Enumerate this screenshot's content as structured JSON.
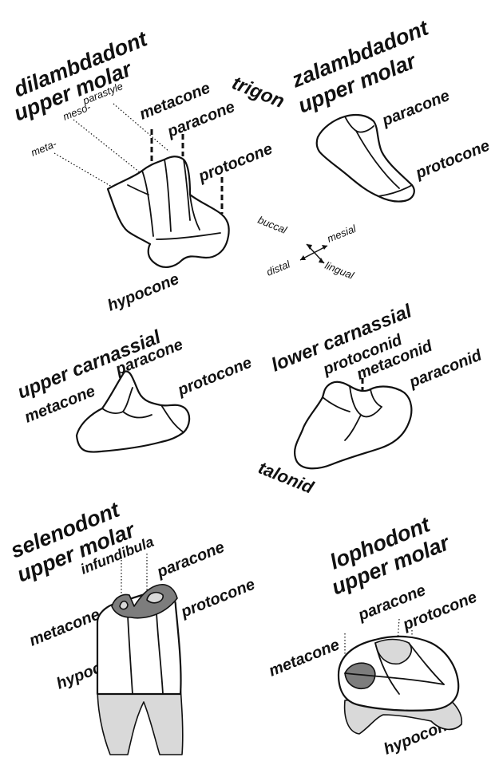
{
  "dilambdadont": {
    "title_line1": "dilambdadont",
    "title_line2": "upper molar",
    "trigon": "trigon",
    "metacone": "metacone",
    "paracone": "paracone",
    "protocone": "protocone",
    "hypocone": "hypocone",
    "meso": "meso-",
    "parastyle": "parastyle",
    "meta": "meta-"
  },
  "zalambdadont": {
    "title_line1": "zalambdadont",
    "title_line2": "upper molar",
    "paracone": "paracone",
    "protocone": "protocone"
  },
  "orientation": {
    "buccal": "buccal",
    "mesial": "mesial",
    "distal": "distal",
    "lingual": "lingual"
  },
  "upper_carnassial": {
    "title": "upper carnassial",
    "paracone": "paracone",
    "metacone": "metacone",
    "protocone": "protocone"
  },
  "lower_carnassial": {
    "title": "lower carnassial",
    "protoconid": "protoconid",
    "metaconid": "metaconid",
    "paraconid": "paraconid",
    "talonid": "talonid"
  },
  "selenodont": {
    "title_line1": "selenodont",
    "title_line2": "upper molar",
    "infundibula": "infundibula",
    "paracone": "paracone",
    "metacone": "metacone",
    "protocone": "protocone",
    "hypocone": "hypocone"
  },
  "lophodont": {
    "title_line1": "lophodont",
    "title_line2": "upper molar",
    "paracone": "paracone",
    "protocone": "protocone",
    "metacone": "metacone",
    "hypocone": "hypocone"
  }
}
